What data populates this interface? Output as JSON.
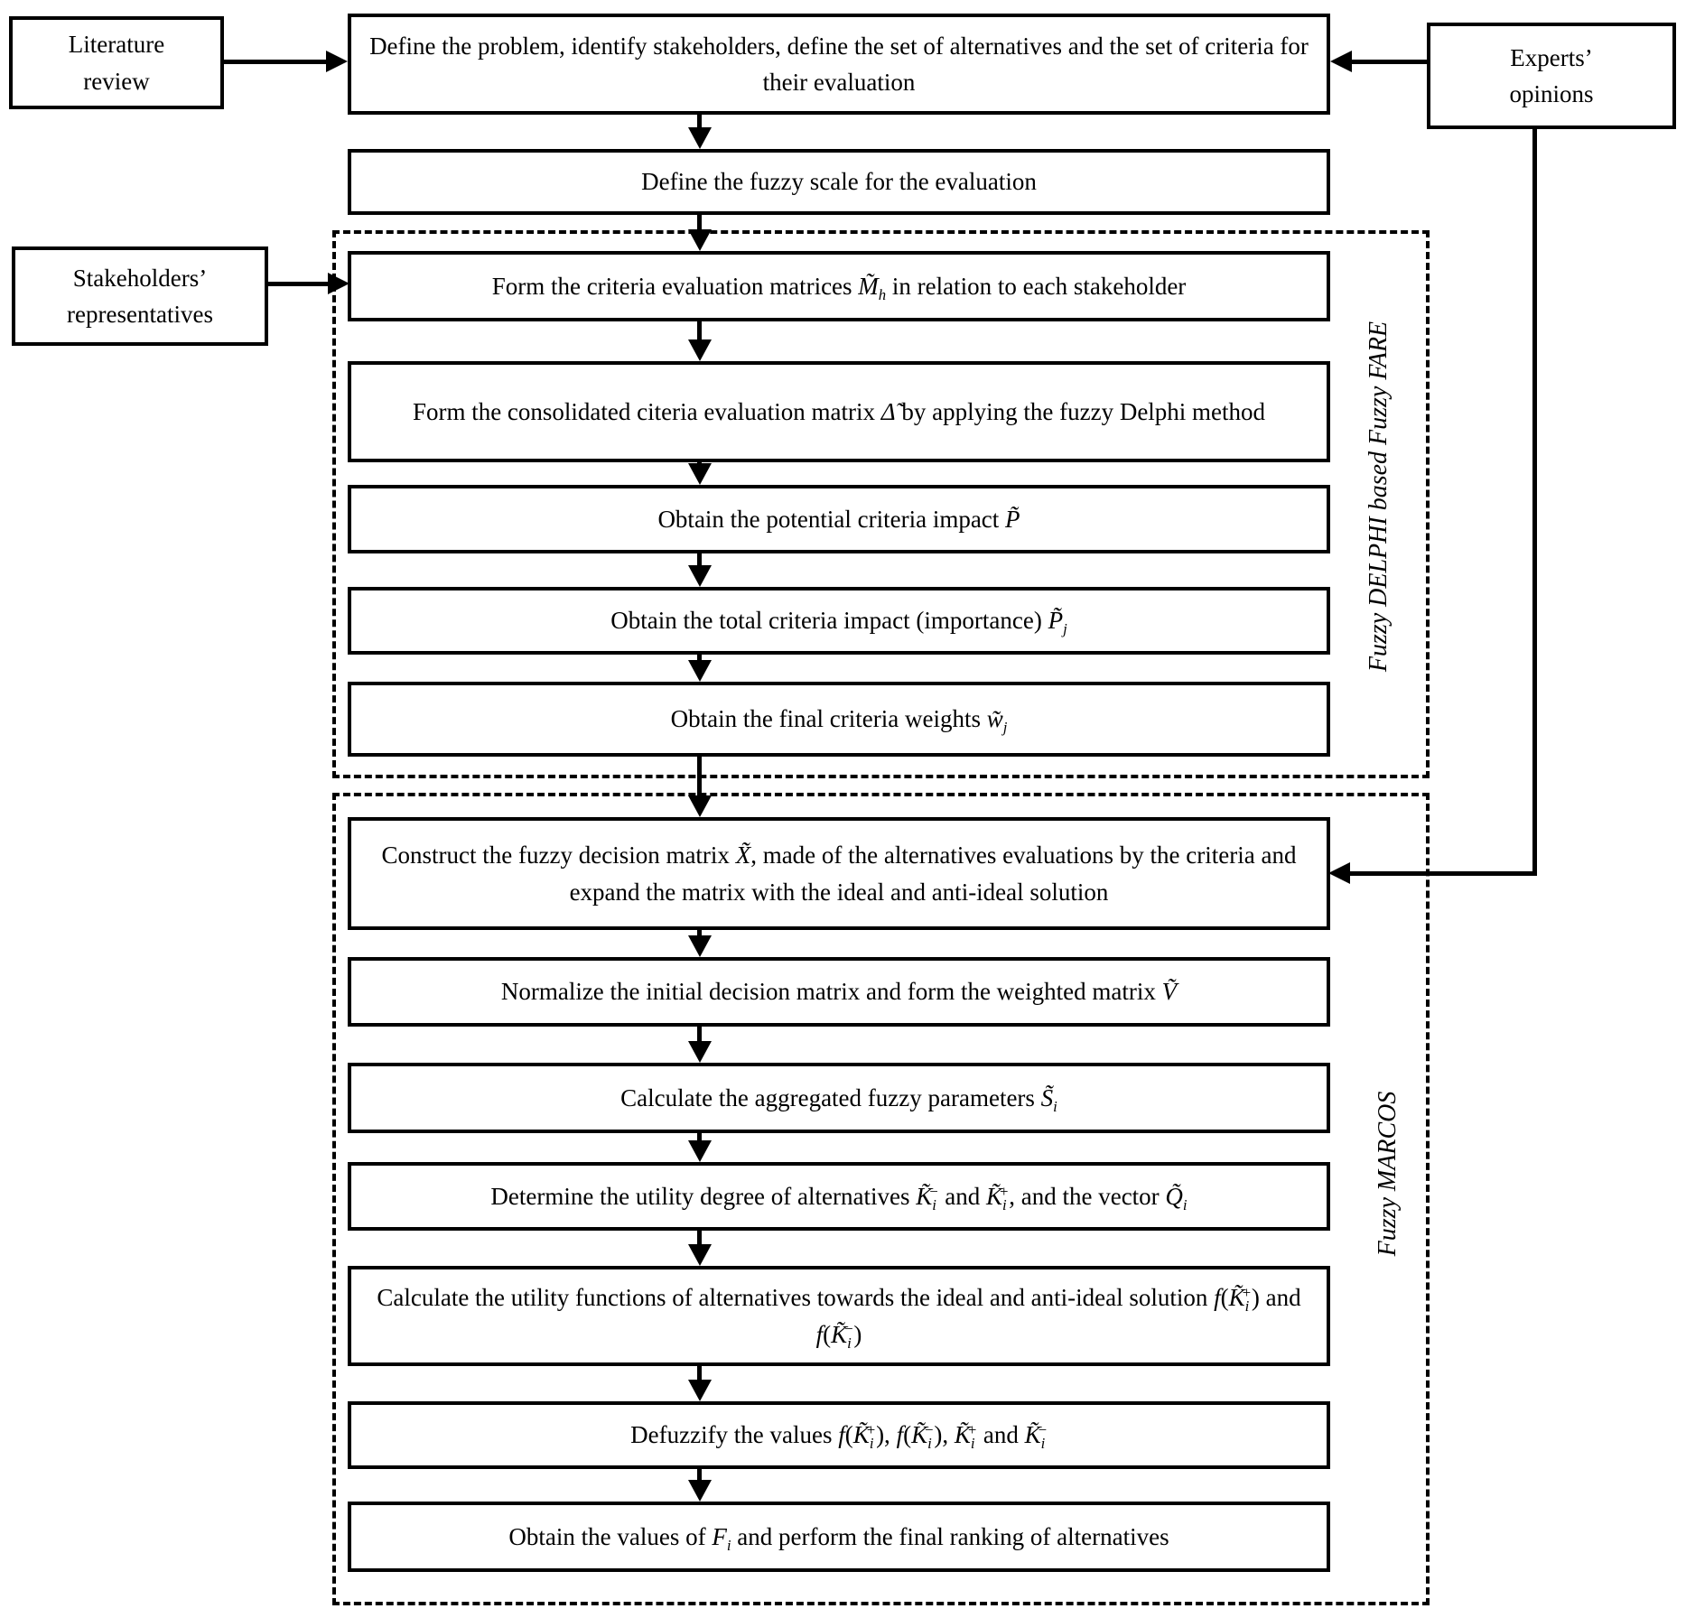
{
  "figure": {
    "colors": {
      "line": "#000000",
      "background": "#ffffff"
    },
    "side_nodes": {
      "literature_review": "Literature review",
      "stakeholders_representatives": "Stakeholders’ representatives",
      "experts_opinions": "Experts’ opinions"
    },
    "top_steps": [
      {
        "html": "Define the problem, identify stakeholders, define the set of alternatives and the set of criteria for their evaluation"
      },
      {
        "html": "Define the fuzzy scale for the evaluation"
      }
    ],
    "groups": [
      {
        "title": "Fuzzy DELPHI based Fuzzy FARE",
        "steps": [
          {
            "html": "Form the criteria evaluation matrices <i>M̃<sub>h</sub></i> in relation to each stakeholder"
          },
          {
            "html": "Form the consolidated citeria evaluation matrix <i>Δ̃</i> by applying the fuzzy Delphi method"
          },
          {
            "html": "Obtain the potential criteria impact <i>P̃</i>"
          },
          {
            "html": "Obtain the total criteria impact (importance) <i>P̃<sub>j</sub></i>"
          },
          {
            "html": "Obtain the final criteria weights <i>w̃<sub>j</sub></i>"
          }
        ]
      },
      {
        "title": "Fuzzy MARCOS",
        "steps": [
          {
            "html": "Construct the fuzzy decision matrix <i>X̃</i>, made of the alternatives evaluations by the criteria and expand the matrix with the ideal and anti-ideal solution"
          },
          {
            "html": "Normalize the initial decision matrix and form the weighted matrix <i>Ṽ</i>"
          },
          {
            "html": "Calculate the aggregated fuzzy parameters <i>S̃<sub>i</sub></i>"
          },
          {
            "html": "Determine the utility degree of alternatives <i>K̃<sub>i</sub><sup>−</sup></i> and <i>K̃<sub>i</sub><sup>+</sup></i>, and the vector <i>Q̃<sub>i</sub></i>"
          },
          {
            "html": "Calculate the utility functions of alternatives towards the ideal and anti-ideal solution <i>f</i>(<i>K̃<sub>i</sub><sup>+</sup></i>) and <i>f</i>(<i>K̃<sub>i</sub><sup>−</sup></i>)"
          },
          {
            "html": "Defuzzify the values <i>f</i>(<i>K̃<sub>i</sub><sup>+</sup></i>), <i>f</i>(<i>K̃<sub>i</sub><sup>−</sup></i>), <i>K̃<sub>i</sub><sup>+</sup></i> and <i>K̃<sub>i</sub><sup>−</sup></i>"
          },
          {
            "html": "Obtain the values of <i>F<sub>i</sub></i> and perform the final ranking of alternatives"
          }
        ]
      }
    ]
  }
}
